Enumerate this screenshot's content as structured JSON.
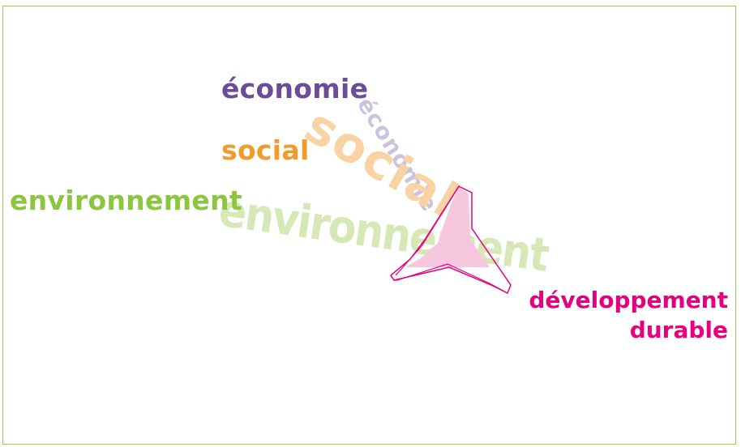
{
  "labels": {
    "economie": "économie",
    "social": "social",
    "environnement": "environnement"
  },
  "output": {
    "line1": "développement",
    "line2": "durable"
  },
  "colors": {
    "economie": "#6b4b9a",
    "economie_faded": "#c5bcdc",
    "social": "#f39a2c",
    "social_faded": "#f9d3a3",
    "environnement": "#8cc63f",
    "environnement_faded": "#d6e8b5",
    "funnel": "#e6007e",
    "funnel_fill": "#f6c7dd",
    "frame": "#9cc84b"
  }
}
